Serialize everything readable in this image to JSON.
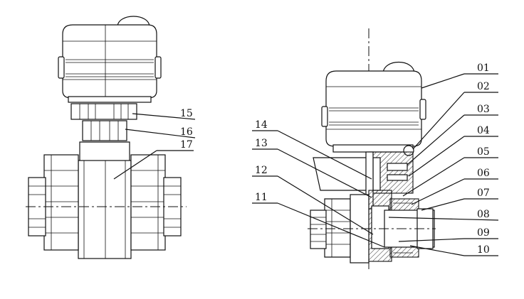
{
  "figure": {
    "left_view_labels": [
      "15",
      "16",
      "17"
    ],
    "right_view_labels": [
      "01",
      "02",
      "03",
      "04",
      "05",
      "06",
      "07",
      "08",
      "09",
      "10",
      "11",
      "12",
      "13",
      "14"
    ]
  }
}
